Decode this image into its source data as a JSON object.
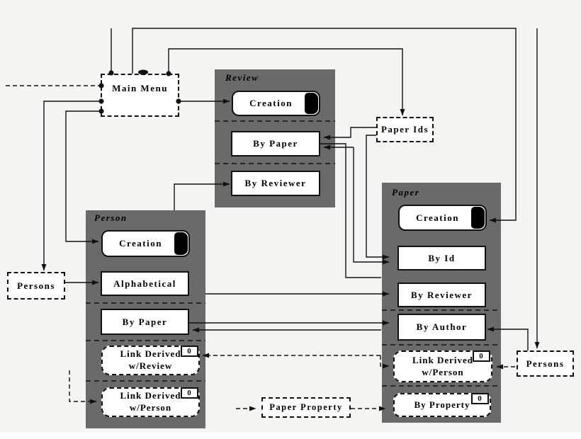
{
  "colors": {
    "container_gray": "#6a6a6a",
    "line_color": "#111111",
    "background": "#f4f4f2",
    "box_fill": "#ffffff"
  },
  "nodes": {
    "main_menu": "Main Menu",
    "persons_left": "Persons",
    "paper_ids": "Paper Ids",
    "persons_right": "Persons",
    "paper_property": "Paper Property"
  },
  "review": {
    "title": "Review",
    "creation": "Creation",
    "by_paper": "By Paper",
    "by_reviewer": "By Reviewer"
  },
  "person": {
    "title": "Person",
    "creation": "Creation",
    "alphabetical": "Alphabetical",
    "by_paper": "By Paper",
    "link_derived_review_line1": "Link Derived",
    "link_derived_review_line2": "w/Review",
    "link_derived_person_line1": "Link Derived",
    "link_derived_person_line2": "w/Person"
  },
  "paper": {
    "title": "Paper",
    "creation": "Creation",
    "by_id": "By Id",
    "by_reviewer": "By Reviewer",
    "by_author": "By Author",
    "link_derived_person_line1": "Link Derived",
    "link_derived_person_line2": "w/Person",
    "by_property": "By Property"
  },
  "badge_zero": "0"
}
